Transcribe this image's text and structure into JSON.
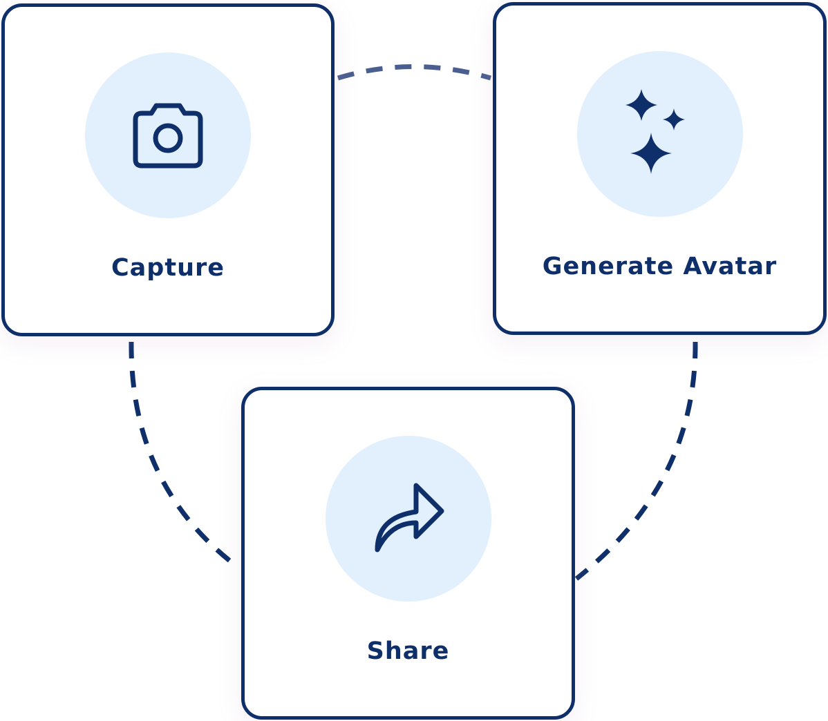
{
  "colors": {
    "primary": "#0f2f6a",
    "icon_background": "#e2effd",
    "card_background": "#ffffff"
  },
  "steps": [
    {
      "label": "Capture",
      "icon": "camera-icon"
    },
    {
      "label": "Generate Avatar",
      "icon": "sparkles-icon"
    },
    {
      "label": "Share",
      "icon": "share-arrow-icon"
    }
  ]
}
